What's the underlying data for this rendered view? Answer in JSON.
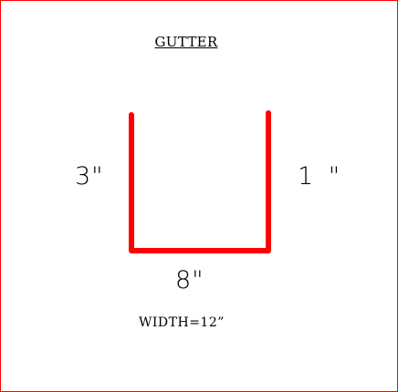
{
  "title": "GUTTER",
  "dimensions": {
    "left_leg": "3\"",
    "right_leg": "1 \"",
    "bottom": "8\""
  },
  "width_label": "WIDTH=12”",
  "colors": {
    "profile_stroke": "#ff0000",
    "border": "#ff0000",
    "text": "#000000"
  }
}
